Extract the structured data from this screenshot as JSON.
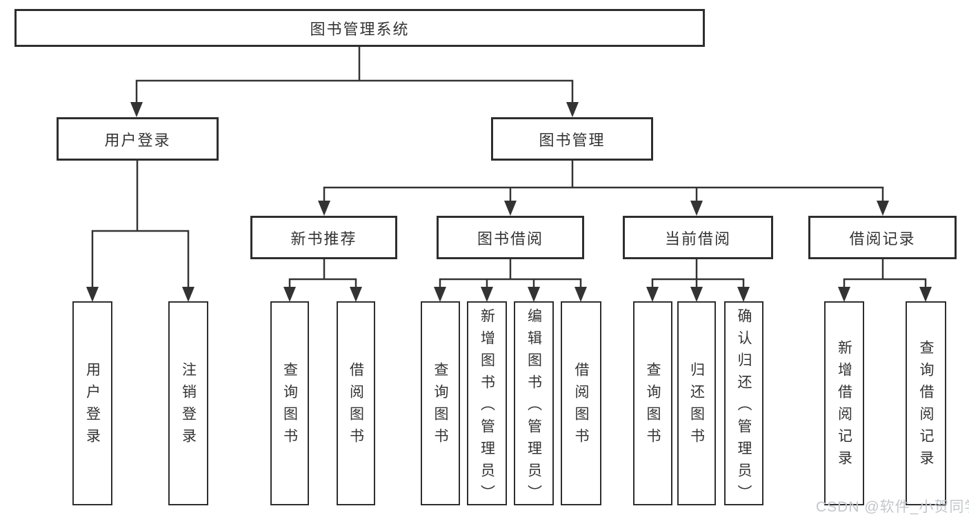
{
  "diagram": {
    "root": {
      "label": "图书管理系统"
    },
    "level2": [
      {
        "label": "用户登录"
      },
      {
        "label": "图书管理"
      }
    ],
    "level3": [
      {
        "label": "新书推荐"
      },
      {
        "label": "图书借阅"
      },
      {
        "label": "当前借阅"
      },
      {
        "label": "借阅记录"
      }
    ],
    "leaves": {
      "user_login": [
        "用户登录",
        "注销登录"
      ],
      "new_books": [
        "查询图书",
        "借阅图书"
      ],
      "book_borrow": [
        "查询图书",
        "新增图书（管理员）",
        "编辑图书（管理员）",
        "借阅图书"
      ],
      "current_borrow": [
        "查询图书",
        "归还图书",
        "确认归还（管理员）"
      ],
      "borrow_records": [
        "新增借阅记录",
        "查询借阅记录"
      ]
    }
  },
  "watermark": {
    "text": "CSDN @软件_小贺同学"
  },
  "colors": {
    "line": "#333333",
    "box_border": "#2e2e2e",
    "text": "#333333",
    "watermark": "#c3c7cb",
    "background": "#ffffff"
  }
}
